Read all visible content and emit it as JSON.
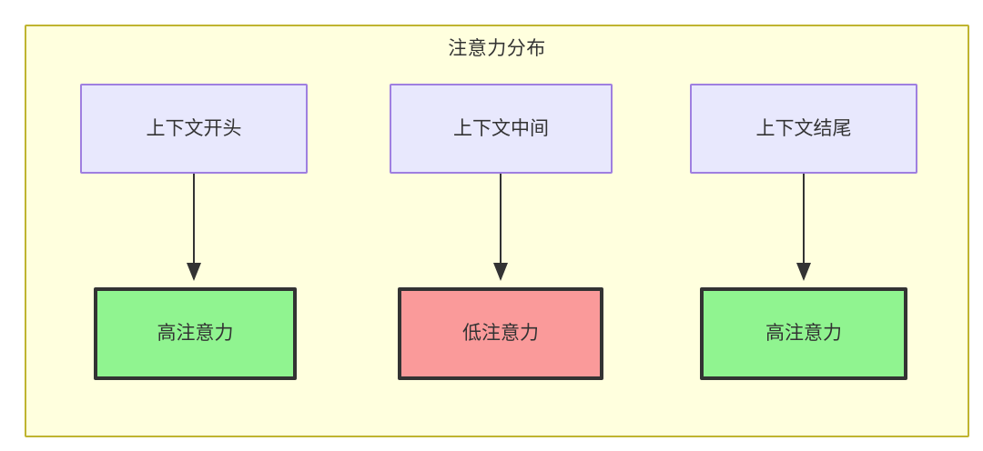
{
  "diagram": {
    "title": "注意力分布",
    "container": {
      "fill": "#ffffde",
      "stroke": "#bfb430"
    },
    "nodes": {
      "top": [
        {
          "id": "context-start",
          "label": "上下文开头",
          "fill": "#e8e8fd",
          "stroke": "#9f7fe0"
        },
        {
          "id": "context-middle",
          "label": "上下文中间",
          "fill": "#e8e8fd",
          "stroke": "#9f7fe0"
        },
        {
          "id": "context-end",
          "label": "上下文结尾",
          "fill": "#e8e8fd",
          "stroke": "#9f7fe0"
        }
      ],
      "bottom": [
        {
          "id": "high-attention-start",
          "label": "高注意力",
          "fill": "#90f490",
          "stroke": "#333333"
        },
        {
          "id": "low-attention-middle",
          "label": "低注意力",
          "fill": "#fa9a9a",
          "stroke": "#333333"
        },
        {
          "id": "high-attention-end",
          "label": "高注意力",
          "fill": "#90f490",
          "stroke": "#333333"
        }
      ]
    },
    "edges": [
      {
        "from": "context-start",
        "to": "high-attention-start",
        "label": ""
      },
      {
        "from": "context-middle",
        "to": "low-attention-middle",
        "label": ""
      },
      {
        "from": "context-end",
        "to": "high-attention-end",
        "label": ""
      }
    ],
    "edge_color": "#333333"
  }
}
